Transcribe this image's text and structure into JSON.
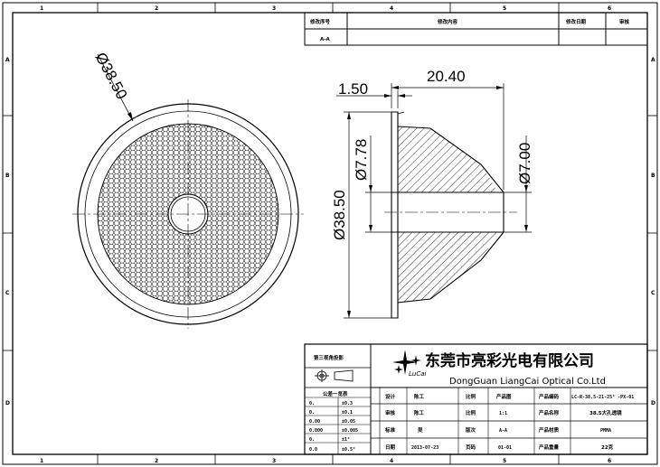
{
  "frame": {
    "columns": [
      "1",
      "2",
      "3",
      "4",
      "5",
      "6"
    ],
    "rows": [
      "A",
      "B",
      "C",
      "D"
    ]
  },
  "revision_table": {
    "headers": [
      "修改序号",
      "修改内容",
      "修改日期",
      "审核"
    ],
    "row": [
      "A-A",
      "",
      "",
      ""
    ]
  },
  "dimensions": {
    "front_diameter": "Ø38.50",
    "length": "20.40",
    "flange": "1.50",
    "outer_diameter": "Ø38.50",
    "inner_diameter": "Ø7.78",
    "tip_diameter": "Ø7.00"
  },
  "title_block": {
    "projection_label": "第三视角投影",
    "tolerance_title": "公差一览表",
    "tolerances": [
      [
        "0.",
        "±0.3"
      ],
      [
        "0.",
        "±0.1"
      ],
      [
        "0.00",
        "±0.05"
      ],
      [
        "0.000",
        "±0.005"
      ],
      [
        "0.",
        "±1°"
      ],
      [
        "0.0",
        "±0.5°"
      ]
    ],
    "logo_text": "LuCai",
    "company_cn": "东莞市亮彩光电有限公司",
    "company_en": "DongGuan LiangCai Optical Co.Ltd",
    "rows": [
      [
        "设计",
        "陈工",
        "比例",
        "产品图",
        "产品编码",
        "LC-R-38.5-21-25° -PX-01"
      ],
      [
        "审核",
        "陈工",
        "比例",
        "1:1",
        "产品名称",
        "38.5大孔透镜"
      ],
      [
        "标准",
        "吴",
        "版次",
        "A-A",
        "产品材质",
        "PMMA"
      ],
      [
        "日期",
        "2013-07-23",
        "页码",
        "01-01",
        "产品重量",
        "22克"
      ]
    ]
  }
}
